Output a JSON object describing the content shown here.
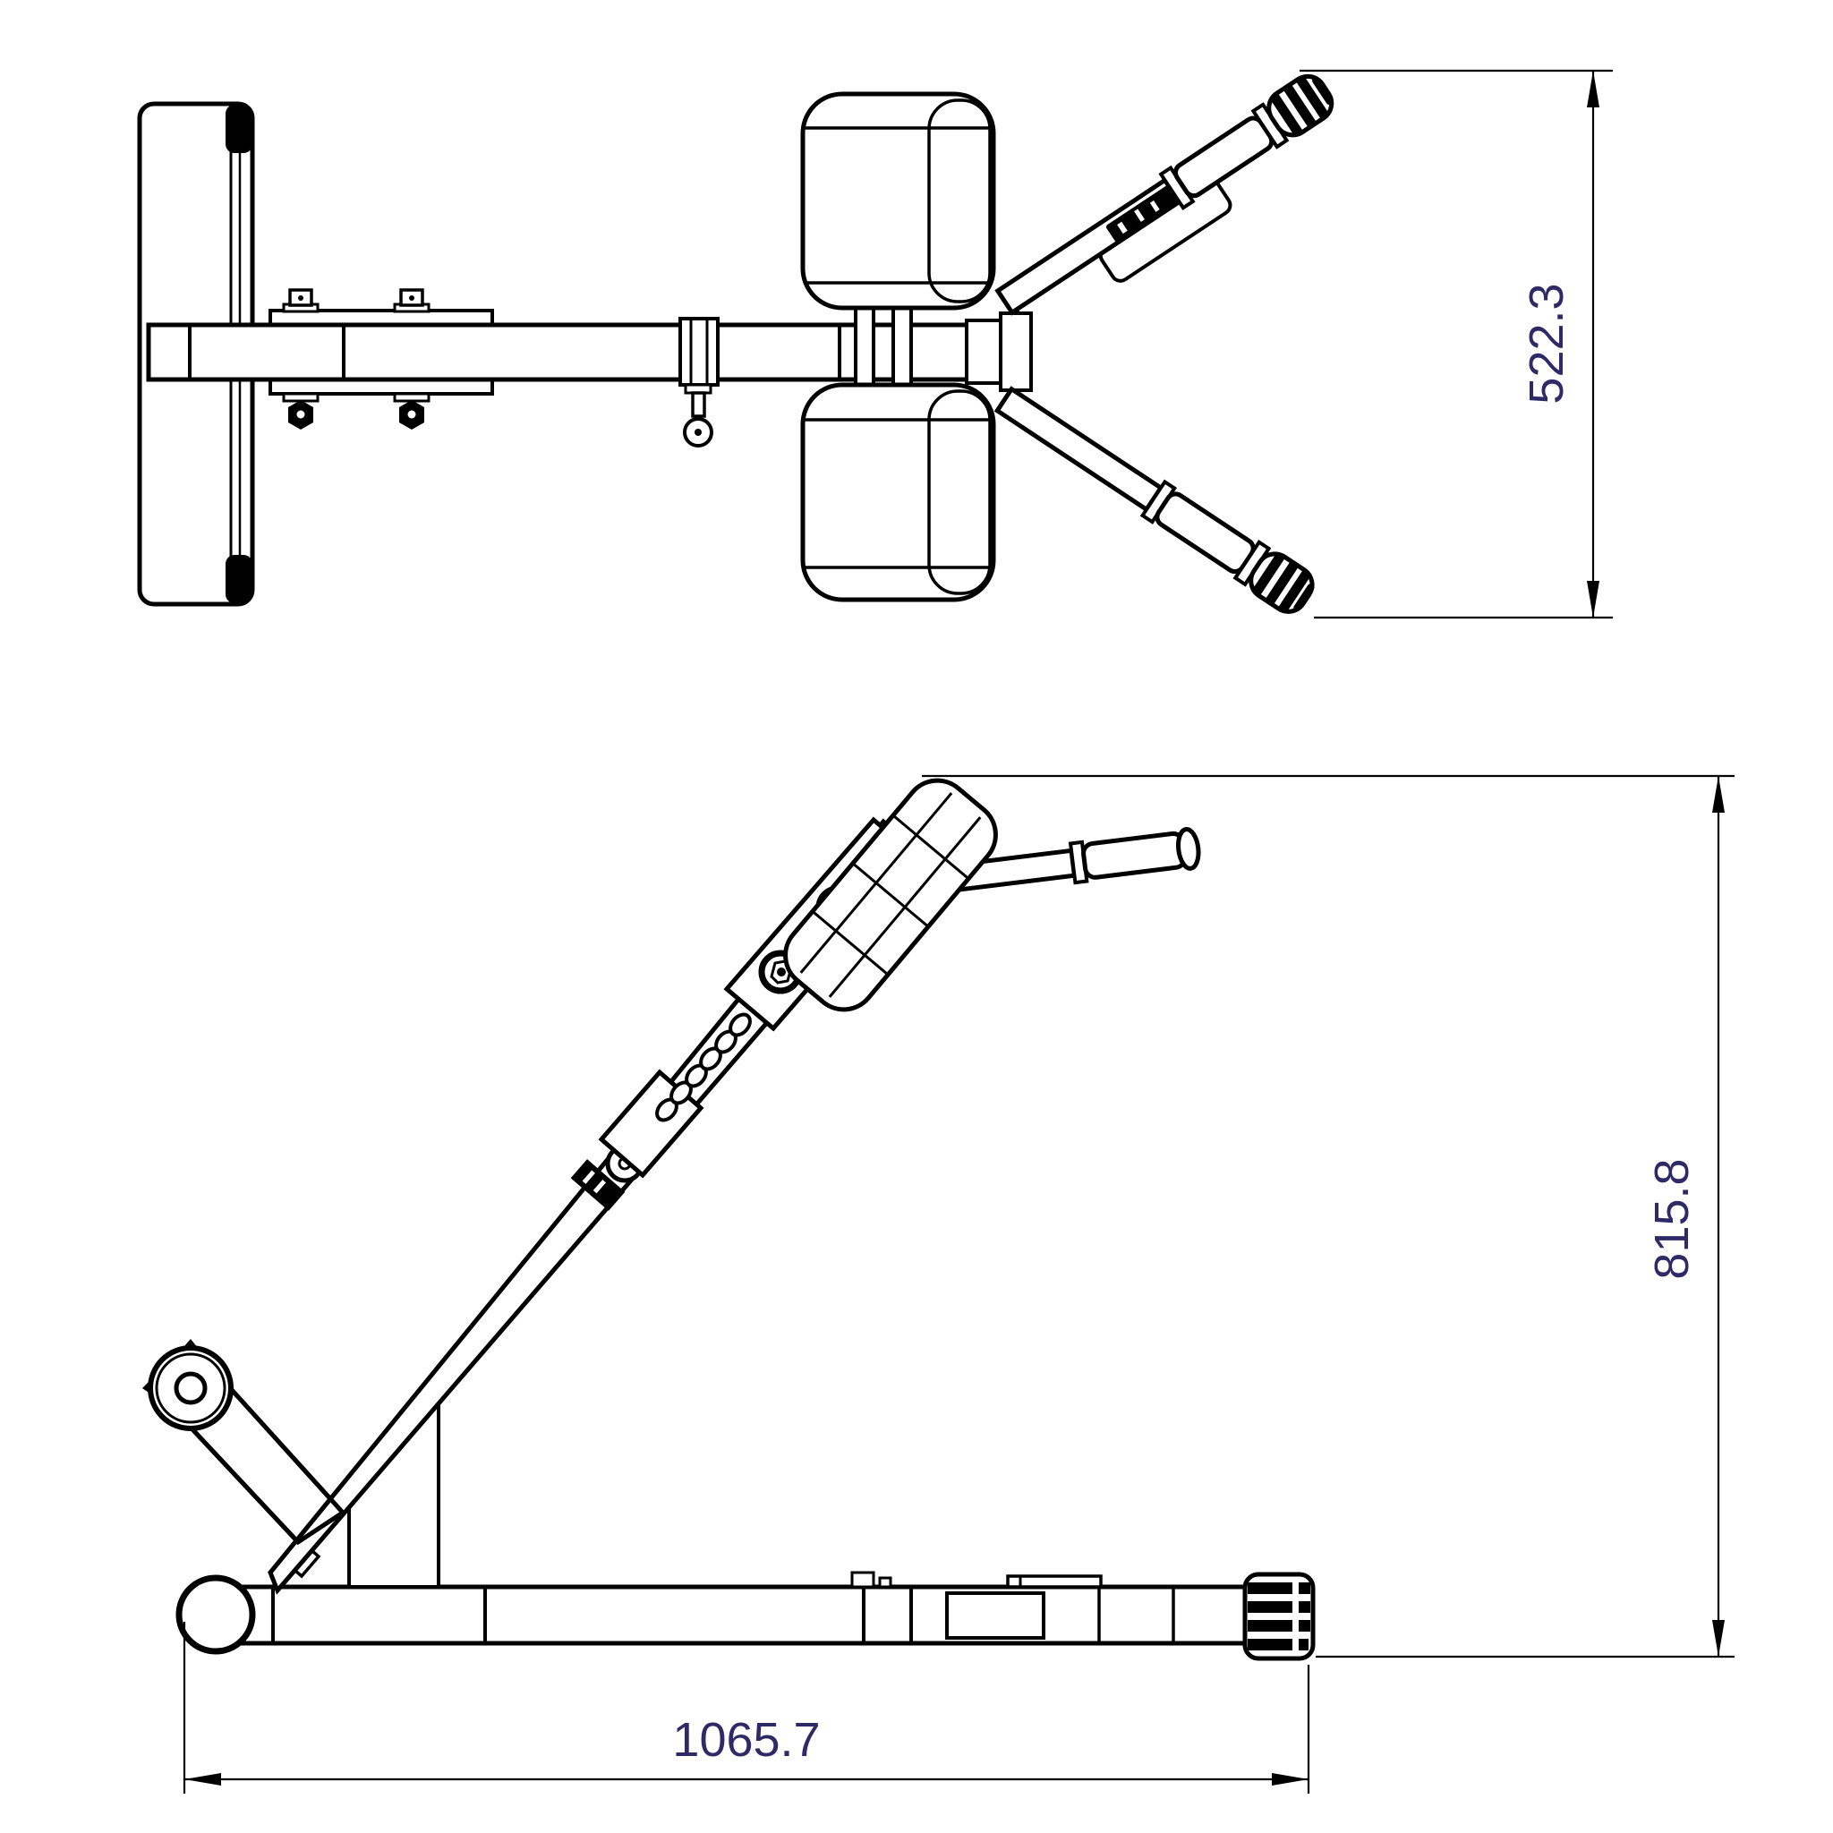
{
  "drawing": {
    "background_color": "#ffffff",
    "line_color": "#000000",
    "dimension_text_color": "#2e2a66",
    "dimensions": {
      "top_view_depth": "522.3",
      "side_view_height": "815.8",
      "side_view_length": "1065.7"
    },
    "logo": {
      "name": "brand-logo",
      "style": "illegible dark logo mark on frame tubes"
    }
  }
}
